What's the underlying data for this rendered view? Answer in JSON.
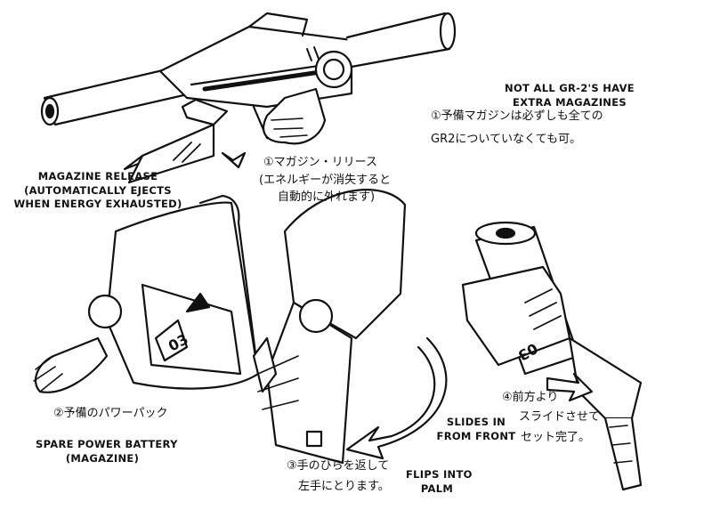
{
  "notes": {
    "extra_magazines_en": [
      "NOT ALL GR-2'S HAVE",
      "EXTRA MAGAZINES"
    ],
    "extra_magazines_jp": [
      "①予備マガジンは必ずしも全ての",
      "GR2についていなくても可。"
    ],
    "magazine_release_en": [
      "MAGAZINE RELEASE",
      "(AUTOMATICALLY EJECTS",
      "WHEN ENERGY EXHAUSTED)"
    ],
    "magazine_release_jp": [
      "①マガジン・リリース",
      "(エネルギーが消失すると",
      "自動的に外れます)"
    ],
    "spare_battery_jp": "②予備のパワーパック",
    "spare_battery_en": [
      "SPARE POWER BATTERY",
      "(MAGAZINE)"
    ],
    "flip_jp": [
      "③手のひらを返して",
      "左手にとります。"
    ],
    "flip_en": [
      "FLIPS INTO",
      "PALM"
    ],
    "slide_jp": [
      "④前方より",
      "スライドさせて",
      "セット完了。"
    ],
    "slide_en": [
      "SLIDES IN",
      "FROM FRONT"
    ]
  },
  "magazine_label": "03"
}
